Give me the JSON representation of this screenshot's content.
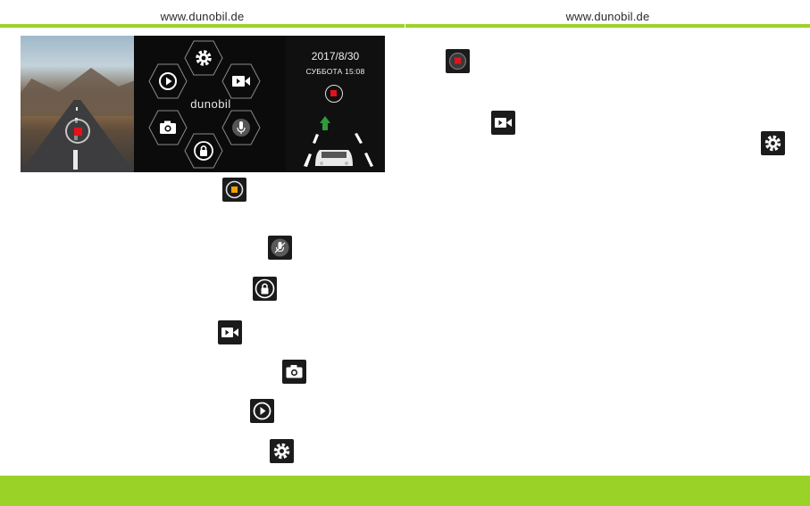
{
  "header": {
    "left_url": "www.dunobil.de",
    "right_url": "www.dunobil.de"
  },
  "device_screen": {
    "brand": "dunobil",
    "date": "2017/8/30",
    "day_time": "СУББОТА   15:08",
    "menu_icons": [
      "gear-icon",
      "play-icon",
      "video-camera-icon",
      "camera-icon",
      "mic-icon",
      "lock-icon"
    ]
  },
  "left_icon_column": [
    "pause-record-icon",
    "mic-off-icon",
    "lock-icon",
    "video-camera-icon",
    "camera-icon",
    "play-icon",
    "gear-icon"
  ],
  "right_icons": [
    "record-icon",
    "video-camera-icon",
    "gear-icon"
  ],
  "colors": {
    "accent_green": "#9bd227",
    "record_red": "#e3121b",
    "pause_orange": "#f5a100",
    "icon_box": "#1b1b1b"
  }
}
